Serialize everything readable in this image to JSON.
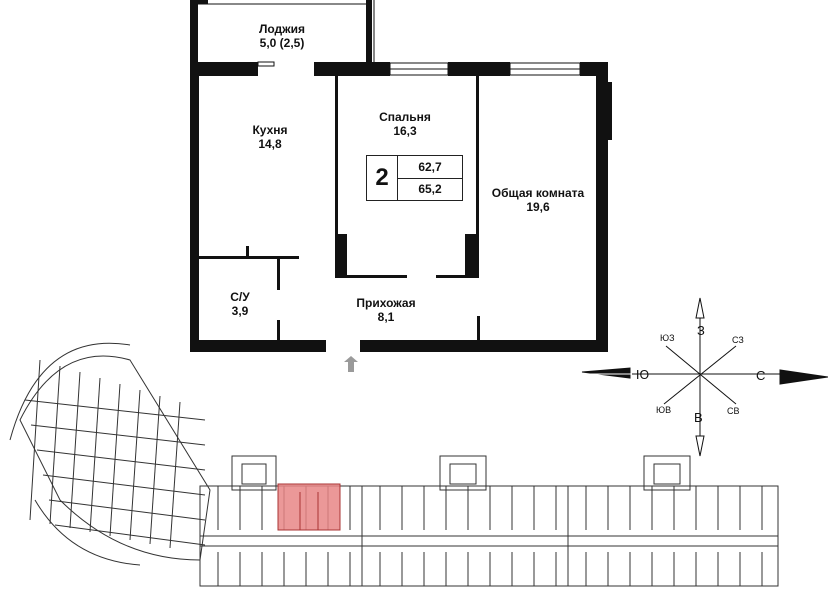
{
  "plan": {
    "rooms": [
      {
        "id": "loggia",
        "name": "Лоджия",
        "area": "5,0 (2,5)"
      },
      {
        "id": "kitchen",
        "name": "Кухня",
        "area": "14,8"
      },
      {
        "id": "bedroom",
        "name": "Спальня",
        "area": "16,3"
      },
      {
        "id": "living",
        "name": "Общая комната",
        "area": "19,6"
      },
      {
        "id": "bathroom",
        "name": "С/У",
        "area": "3,9"
      },
      {
        "id": "hall",
        "name": "Прихожая",
        "area": "8,1"
      }
    ],
    "badge": {
      "rooms": "2",
      "area_1": "62,7",
      "area_2": "65,2"
    }
  },
  "compass": {
    "north": "С",
    "south": "Ю",
    "west": "З",
    "east": "В",
    "northeast": "СВ",
    "northwest": "СЗ",
    "southeast": "ЮВ",
    "southwest": "ЮЗ"
  },
  "colors": {
    "wall": "#111111",
    "highlight": "#e88686",
    "entrance_arrow": "#9a9a9a",
    "keyplan_lines": "#333333"
  }
}
